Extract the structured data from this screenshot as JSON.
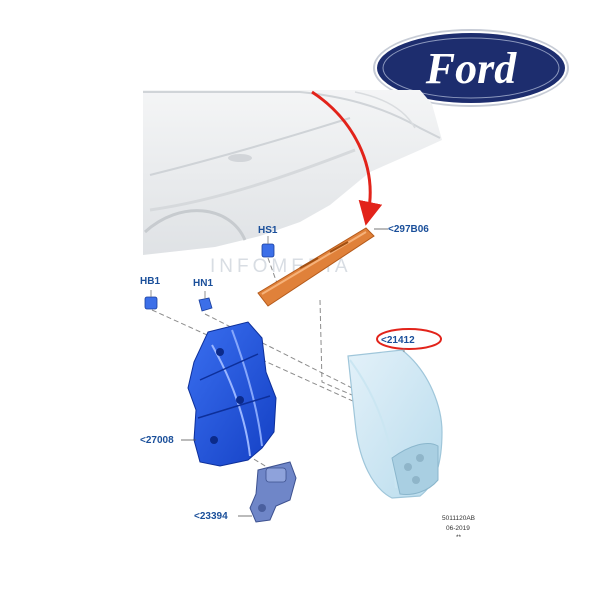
{
  "brand": {
    "logo_text": "Ford",
    "oval_color": "#1d2d6e"
  },
  "watermark": "INFOMEDIA",
  "callouts": {
    "hb1": "HB1",
    "hn1": "HN1",
    "hs1": "HS1",
    "p297b06": "<297B06",
    "p21412": "<21412",
    "p27008": "<27008",
    "p23394": "<23394"
  },
  "diagram_ref": {
    "code": "5011120AB",
    "date": "06-2019",
    "extra": "**"
  },
  "colors": {
    "regulator": "#1f56e0",
    "motor": "#6f86c8",
    "glass": "#cfe7f4",
    "strip": "#e0813a",
    "arrow": "#e2231a",
    "highlight_ring": "#e2231a",
    "label": "#1a4f9a"
  },
  "icons": {
    "logo": "ford-oval-logo",
    "arrow": "red-curved-arrow",
    "car": "vehicle-silhouette"
  }
}
